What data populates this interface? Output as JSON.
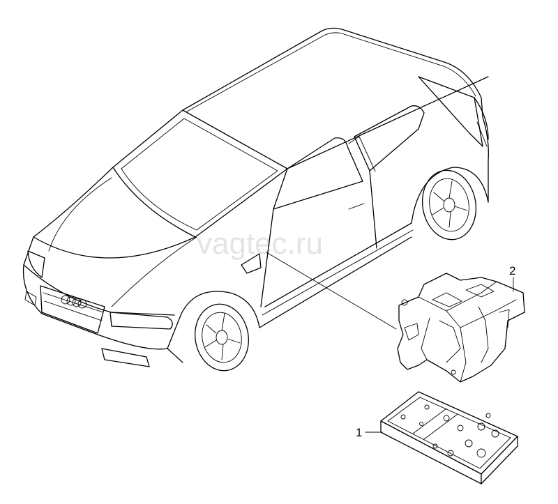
{
  "watermark": "vagtec.ru",
  "callouts": [
    {
      "id": "1",
      "label": "1"
    },
    {
      "id": "2",
      "label": "2"
    }
  ]
}
